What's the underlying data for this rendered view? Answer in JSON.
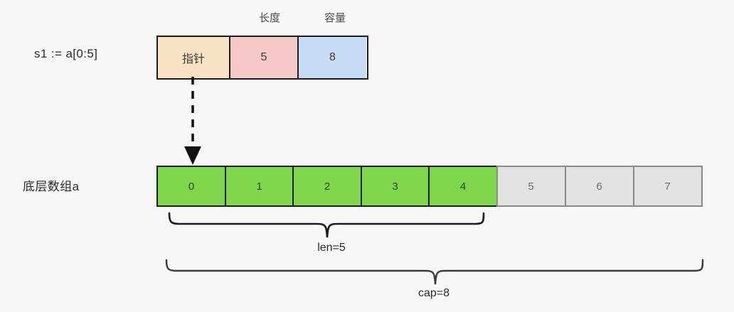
{
  "diagram": {
    "title": "go-slice-memory-layout",
    "background_color": "#f7f7f7"
  },
  "labels": {
    "slice_row": "s1 := a[0:5]",
    "array_row": "底层数组a"
  },
  "slice_header": {
    "captions": {
      "length": "长度",
      "capacity": "容量"
    },
    "cells": [
      {
        "name": "pointer",
        "text": "指针",
        "color": "#f8e2c4"
      },
      {
        "name": "length",
        "text": "5",
        "color": "#f6c9c9"
      },
      {
        "name": "capacity",
        "text": "8",
        "color": "#c6dcf4"
      }
    ]
  },
  "array": {
    "cells": [
      {
        "index": "0",
        "state": "used",
        "color": "#7ed64b"
      },
      {
        "index": "1",
        "state": "used",
        "color": "#7ed64b"
      },
      {
        "index": "2",
        "state": "used",
        "color": "#7ed64b"
      },
      {
        "index": "3",
        "state": "used",
        "color": "#7ed64b"
      },
      {
        "index": "4",
        "state": "used",
        "color": "#7ed64b"
      },
      {
        "index": "5",
        "state": "free",
        "color": "#e2e2e2"
      },
      {
        "index": "6",
        "state": "free",
        "color": "#e2e2e2"
      },
      {
        "index": "7",
        "state": "free",
        "color": "#e2e2e2"
      }
    ]
  },
  "braces": {
    "length": "len=5",
    "capacity": "cap=8"
  },
  "connector": {
    "name": "pointer-arrow",
    "style": "dashed",
    "color": "#111111"
  }
}
